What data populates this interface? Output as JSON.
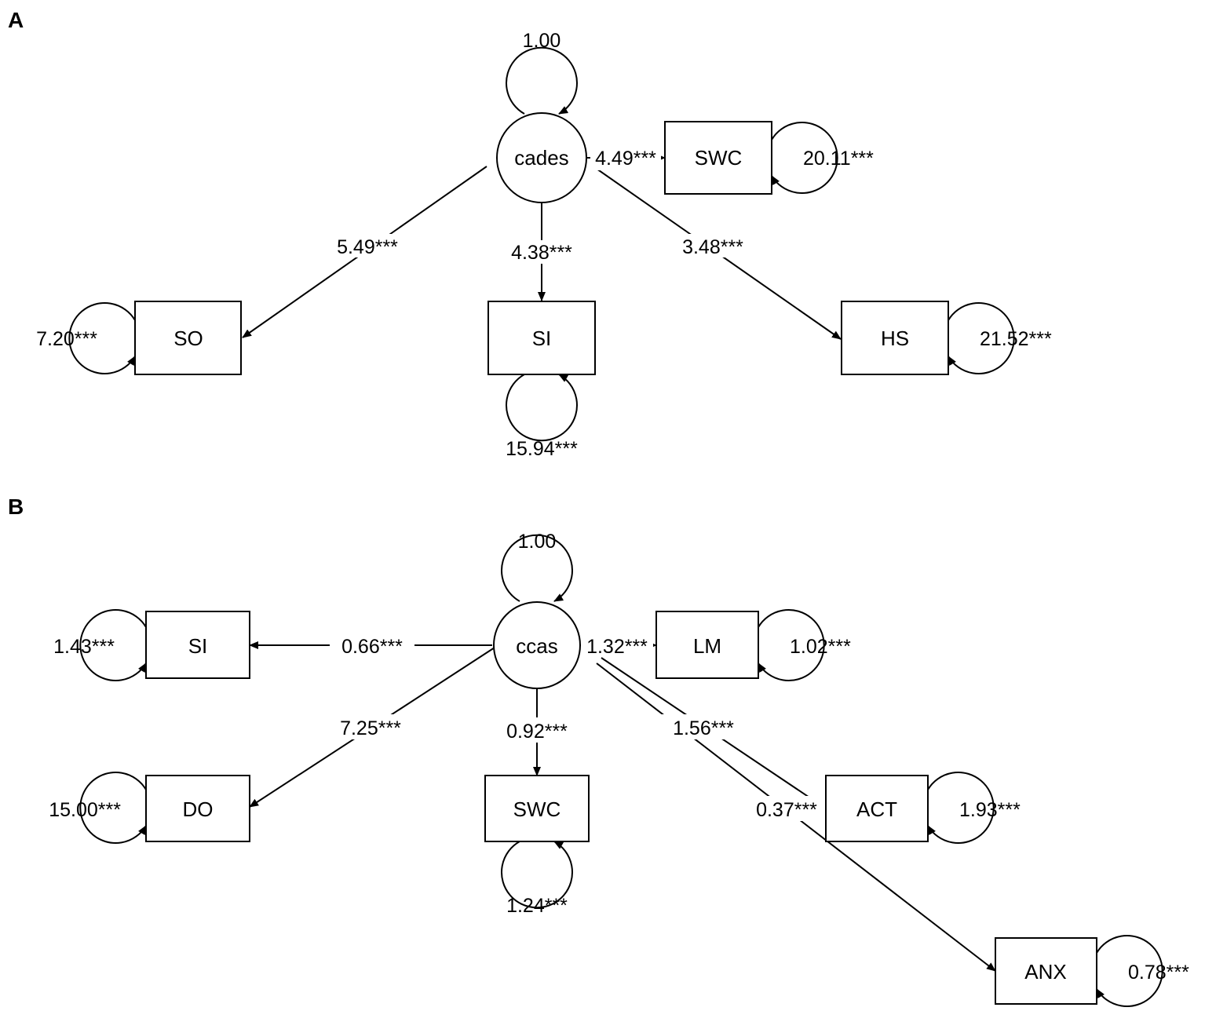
{
  "panels": [
    {
      "label": "A",
      "latent": {
        "id": "cades",
        "label": "cades",
        "variance": "1.00"
      },
      "observed": [
        {
          "id": "SWC",
          "label": "SWC",
          "loading": "4.49***",
          "residual": "20.11***"
        },
        {
          "id": "SO",
          "label": "SO",
          "loading": "5.49***",
          "residual": "7.20***"
        },
        {
          "id": "SI",
          "label": "SI",
          "loading": "4.38***",
          "residual": "15.94***"
        },
        {
          "id": "HS",
          "label": "HS",
          "loading": "3.48***",
          "residual": "21.52***"
        }
      ]
    },
    {
      "label": "B",
      "latent": {
        "id": "ccas",
        "label": "ccas",
        "variance": "1.00"
      },
      "observed": [
        {
          "id": "SI",
          "label": "SI",
          "loading": "0.66***",
          "residual": "1.43***"
        },
        {
          "id": "LM",
          "label": "LM",
          "loading": "1.32***",
          "residual": "1.02***"
        },
        {
          "id": "DO",
          "label": "DO",
          "loading": "7.25***",
          "residual": "15.00***"
        },
        {
          "id": "SWC",
          "label": "SWC",
          "loading": "0.92***",
          "residual": "1.24***"
        },
        {
          "id": "ACT",
          "label": "ACT",
          "loading": "1.56***",
          "residual": "1.93***"
        },
        {
          "id": "ANX",
          "label": "ANX",
          "loading": "0.37***",
          "residual": "0.78***"
        }
      ]
    }
  ]
}
